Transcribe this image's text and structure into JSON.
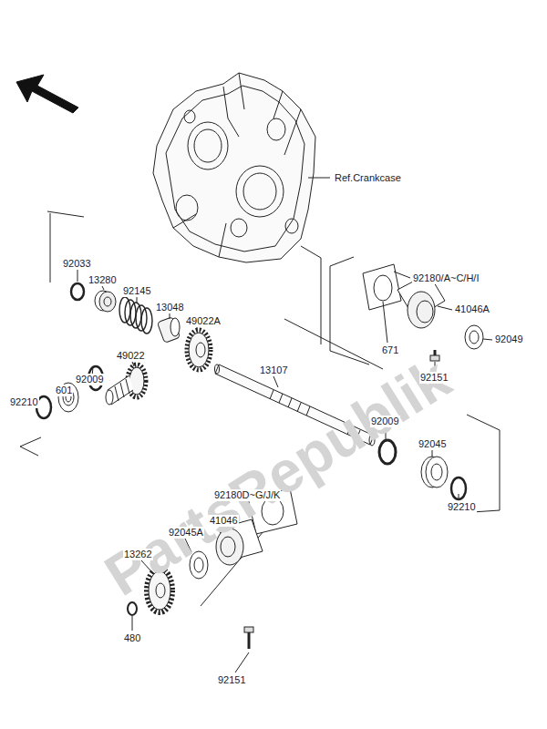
{
  "diagram": {
    "labels": [
      "Ref.Crankcase",
      "92033",
      "13280",
      "92145",
      "13048",
      "49022A",
      "49022",
      "92009",
      "601",
      "92210",
      "13107",
      "92180/A~C/H/I",
      "41046A",
      "92049",
      "671",
      "92151",
      "92009",
      "92045",
      "92210",
      "92180D~G/J/K",
      "41046",
      "92045A",
      "13262",
      "480",
      "92151",
      "PartsRepublik"
    ]
  }
}
